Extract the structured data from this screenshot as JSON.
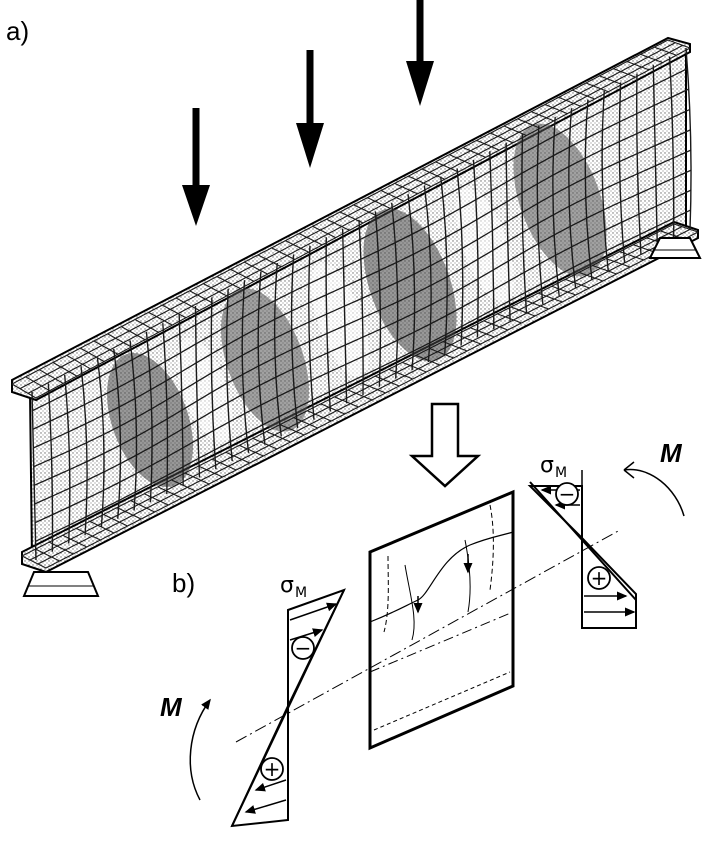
{
  "panels": {
    "a": {
      "label": "a)"
    },
    "b": {
      "label": "b)"
    }
  },
  "symbols": {
    "sigma": "σ",
    "sigma_sub": "M",
    "moment": "M",
    "minus": "−",
    "plus": "+"
  },
  "colors": {
    "ink": "#000000",
    "mesh": "#1a1a1a",
    "shade": "#9a9a9a",
    "paper": "#ffffff"
  }
}
